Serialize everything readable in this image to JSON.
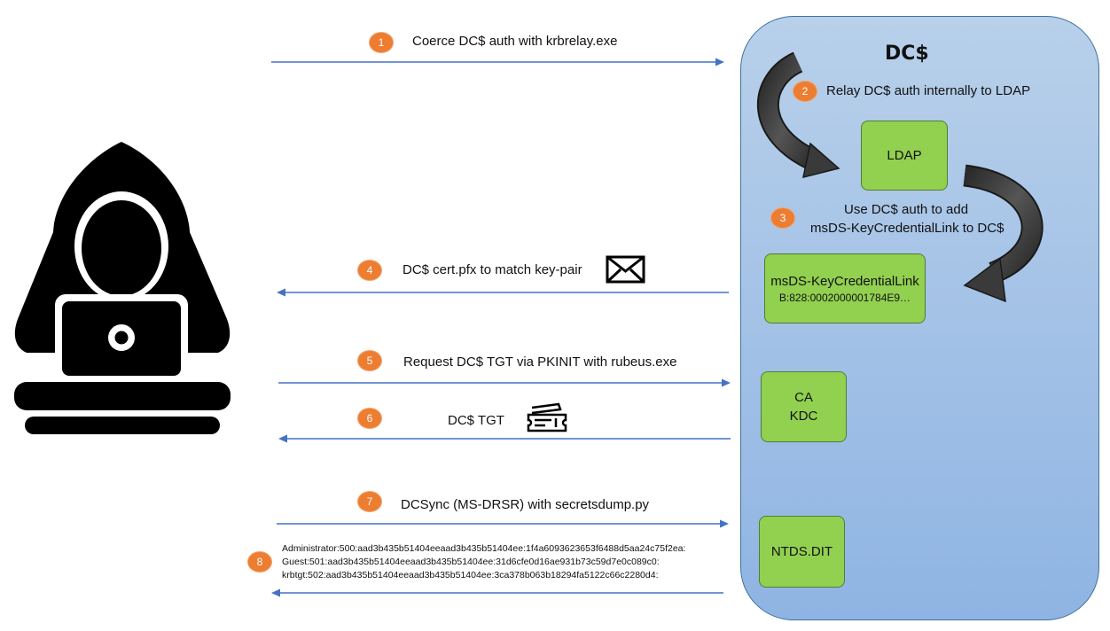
{
  "dc_title": "DC$",
  "steps": [
    {
      "num": "1",
      "text": "Coerce DC$ auth with krbrelay.exe"
    },
    {
      "num": "2",
      "text": "Relay DC$ auth internally to LDAP"
    },
    {
      "num": "3",
      "text_line1": "Use DC$ auth to add",
      "text_line2": "msDS-KeyCredentialLink to DC$"
    },
    {
      "num": "4",
      "text": "DC$ cert.pfx to match key-pair"
    },
    {
      "num": "5",
      "text": "Request DC$ TGT via PKINIT with rubeus.exe"
    },
    {
      "num": "6",
      "text": "DC$ TGT"
    },
    {
      "num": "7",
      "text": "DCSync (MS-DRSR) with secretsdump.py"
    },
    {
      "num": "8",
      "hashes": [
        "Administrator:500:aad3b435b51404eeaad3b435b51404ee:1f4a6093623653f6488d5aa24c75f2ea:",
        "Guest:501:aad3b435b51404eeaad3b435b51404ee:31d6cfe0d16ae931b73c59d7e0c089c0:",
        "krbtgt:502:aad3b435b51404eeaad3b435b51404ee:3ca378b063b18294fa5122c66c2280d4:"
      ]
    }
  ],
  "boxes": {
    "ldap": "LDAP",
    "keycred_title": "msDS-KeyCredentialLink",
    "keycred_value": "B:828:0002000001784E9…",
    "ca": "CA",
    "kdc": "KDC",
    "ntds": "NTDS.DIT"
  },
  "icons": {
    "attacker": "hooded-hacker-laptop-icon",
    "envelope": "envelope-icon",
    "ticket": "ticket-icon"
  },
  "colors": {
    "panel": "#a7c4e8",
    "green_box": "#92d050",
    "badge": "#ed7d31",
    "arrow": "#4472c4",
    "curved_arrow": "#3f3f3f"
  }
}
